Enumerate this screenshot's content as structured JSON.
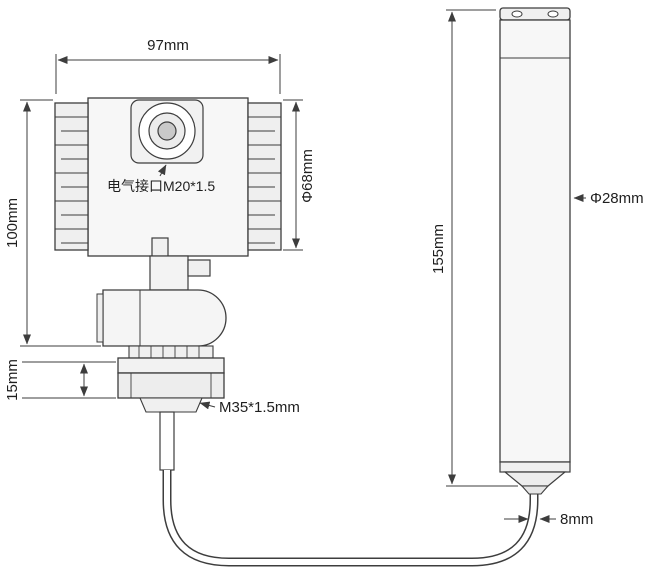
{
  "colors": {
    "line": "#3d3d3d",
    "text": "#1f1f1f",
    "background": "#ffffff",
    "fill_light": "#f5f5f5"
  },
  "drawing": {
    "type": "technical-dimension-diagram",
    "subject": "pressure transmitter with remote cylindrical probe and connecting cable"
  },
  "labels": {
    "top_width": "97mm",
    "body_height": "100mm",
    "flange_thickness": "15mm",
    "head_diameter": "Φ68mm",
    "electrical_interface": "电气接口M20*1.5",
    "thread_spec": "M35*1.5mm",
    "probe_height": "155mm",
    "probe_diameter": "Φ28mm",
    "cable_diameter": "8mm"
  }
}
